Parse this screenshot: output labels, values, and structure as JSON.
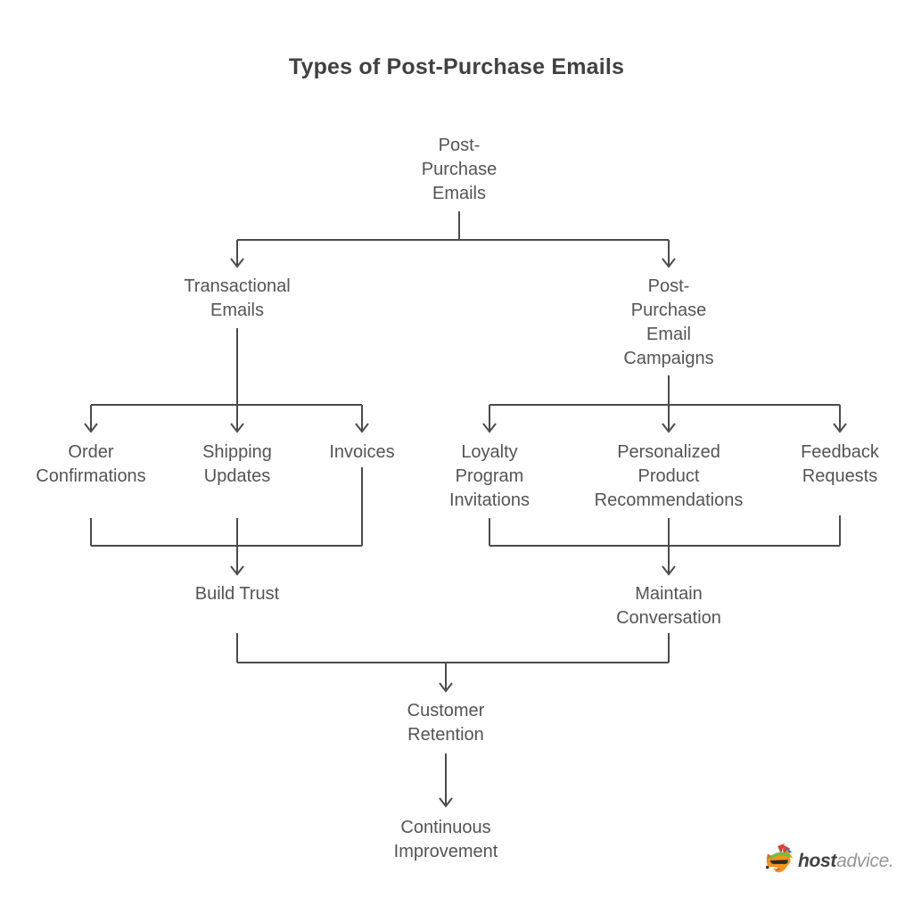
{
  "title": "Types of Post-Purchase Emails",
  "nodes": {
    "root": {
      "label": [
        "Post-",
        "Purchase",
        "Emails"
      ]
    },
    "transactional": {
      "label": [
        "Transactional",
        "Emails"
      ]
    },
    "campaigns": {
      "label": [
        "Post-",
        "Purchase",
        "Email",
        "Campaigns"
      ]
    },
    "order_confirmations": {
      "label": [
        "Order",
        "Confirmations"
      ]
    },
    "shipping_updates": {
      "label": [
        "Shipping",
        "Updates"
      ]
    },
    "invoices": {
      "label": [
        "Invoices"
      ]
    },
    "loyalty": {
      "label": [
        "Loyalty",
        "Program",
        "Invitations"
      ]
    },
    "personalized": {
      "label": [
        "Personalized",
        "Product",
        "Recommendations"
      ]
    },
    "feedback": {
      "label": [
        "Feedback",
        "Requests"
      ]
    },
    "build_trust": {
      "label": [
        "Build Trust"
      ]
    },
    "maintain_conversation": {
      "label": [
        "Maintain",
        "Conversation"
      ]
    },
    "customer_retention": {
      "label": [
        "Customer",
        "Retention"
      ]
    },
    "continuous_improvement": {
      "label": [
        "Continuous",
        "Improvement"
      ]
    }
  },
  "logo": {
    "brand_bold": "host",
    "brand_light": "advice.",
    "icon": "fox-mascot-icon"
  },
  "colors": {
    "line": "#4b4b4e",
    "node_text": "#545457",
    "title_text": "#414144",
    "logo_dark": "#414043",
    "logo_gray": "#96969a",
    "fox_orange": "#f7941e",
    "fox_dark_orange": "#e0660f",
    "fox_green": "#6fbe44",
    "fox_red": "#e03c31",
    "fox_blue": "#3b78bb"
  }
}
